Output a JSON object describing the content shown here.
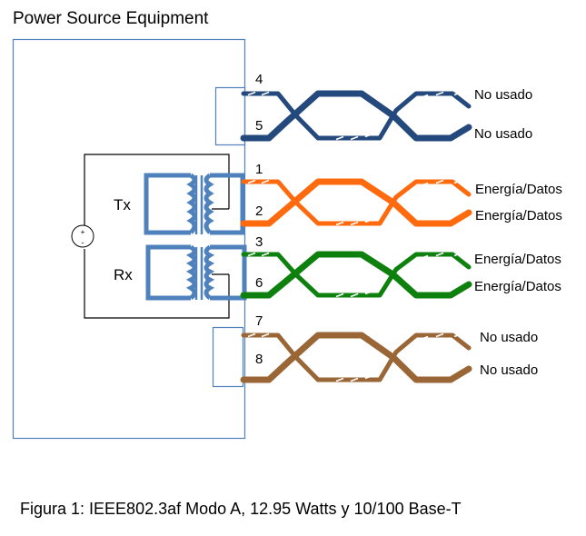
{
  "title": "Power Source Equipment",
  "caption": "Figura 1: IEEE802.3af Modo A, 12.95 Watts y 10/100 Base-T",
  "transformers": [
    {
      "label": "Tx"
    },
    {
      "label": "Rx"
    }
  ],
  "source": {
    "plus": "+",
    "minus": "-",
    "icon": "dc-voltage-source-icon"
  },
  "pairs": [
    {
      "id": "pair-4-5",
      "pins": [
        "4",
        "5"
      ],
      "labels": [
        "No usado",
        "No usado"
      ],
      "color": "#24497c"
    },
    {
      "id": "pair-1-2",
      "pins": [
        "1",
        "2"
      ],
      "labels": [
        "Energía/Datos",
        "Energía/Datos"
      ],
      "color": "#ff6a0e"
    },
    {
      "id": "pair-3-6",
      "pins": [
        "3",
        "6"
      ],
      "labels": [
        "Energía/Datos",
        "Energía/Datos"
      ],
      "color": "#0d800d"
    },
    {
      "id": "pair-7-8",
      "pins": [
        "7",
        "8"
      ],
      "labels": [
        "No usado",
        "No usado"
      ],
      "color": "#9a6635"
    }
  ],
  "colors": {
    "box_border": "#4f81bd",
    "transformer": "#4f81bd",
    "wire": "#000000"
  }
}
